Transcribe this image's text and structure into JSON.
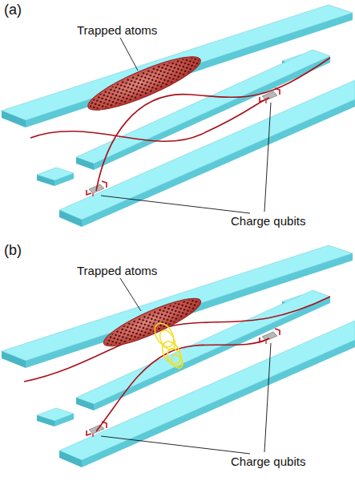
{
  "diagram": {
    "labels": [
      "(a)",
      "Trapped atoms",
      "Charge qubits",
      "(b)",
      "Trapped atoms",
      "Charge qubits"
    ]
  }
}
